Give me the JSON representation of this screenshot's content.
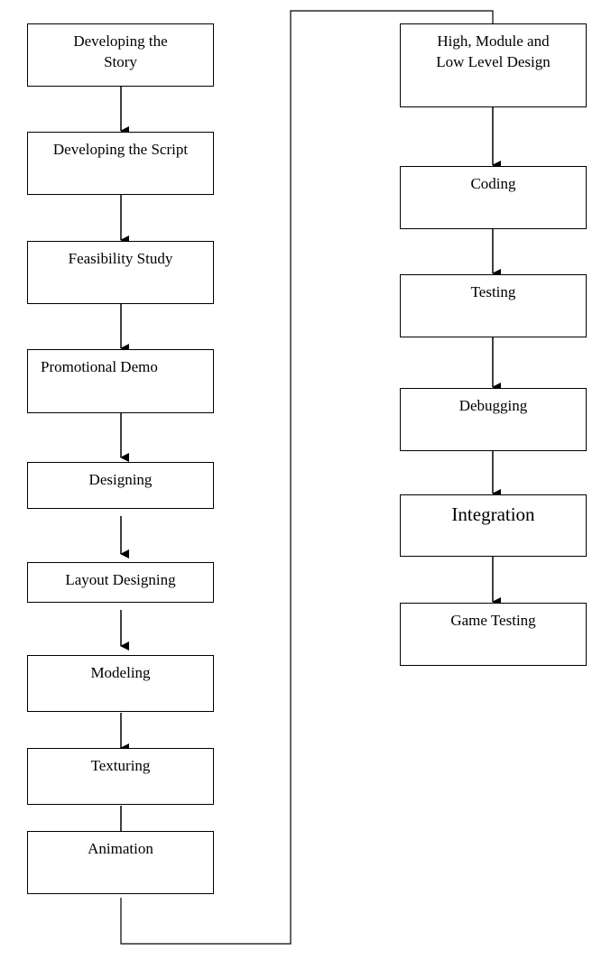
{
  "left_column": [
    {
      "lines": [
        "Developing the",
        "Story"
      ]
    },
    {
      "lines": [
        "Developing the Script"
      ]
    },
    {
      "lines": [
        "Feasibility Study"
      ]
    },
    {
      "lines": [
        "Promotional Demo"
      ]
    },
    {
      "lines": [
        "Designing"
      ]
    },
    {
      "lines": [
        "Layout Designing"
      ]
    },
    {
      "lines": [
        "Modeling"
      ]
    },
    {
      "lines": [
        "Texturing"
      ]
    },
    {
      "lines": [
        "Animation"
      ]
    }
  ],
  "right_column": [
    {
      "lines": [
        "High, Module and",
        "Low Level Design"
      ]
    },
    {
      "lines": [
        "Coding"
      ]
    },
    {
      "lines": [
        "Testing"
      ]
    },
    {
      "lines": [
        "Debugging"
      ]
    },
    {
      "lines": [
        "Integration"
      ]
    },
    {
      "lines": [
        "Game Testing"
      ]
    }
  ]
}
